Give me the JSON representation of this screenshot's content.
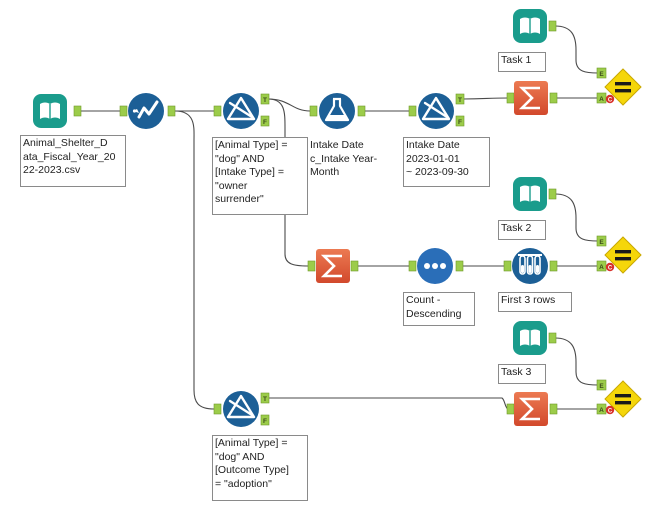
{
  "labels": {
    "input": "Animal_Shelter_D\nata_Fiscal_Year_20\n22-2023.csv",
    "filter_dog_surrender": "[Animal Type] =\n\"dog\" AND\n[Intake Type] =\n\"owner\nsurrender\"",
    "formula": "Intake Date\nc_Intake Year-\nMonth",
    "filter_date": "Intake Date\n2023-01-01\n~ 2023-09-30",
    "filter_dog_adoption": "[Animal Type] =\n\"dog\" AND\n[Outcome Type]\n= \"adoption\"",
    "sort": "Count -\nDescending",
    "sample": "First 3 rows",
    "task1": "Task 1",
    "task2": "Task 2",
    "task3": "Task 3"
  },
  "anchors": {
    "true": "T",
    "false": "F",
    "expected": "E",
    "actual": "A",
    "compare": "C"
  },
  "colors": {
    "input_teal": "#1a9c8c",
    "prep_blue": "#1c5f96",
    "summarize_orange": "#e2623c",
    "sort_blue": "#2a6eb8",
    "test_yellow": "#f5d60a",
    "anchor_green": "#9ccc4a",
    "wire": "#4a4a4a"
  }
}
